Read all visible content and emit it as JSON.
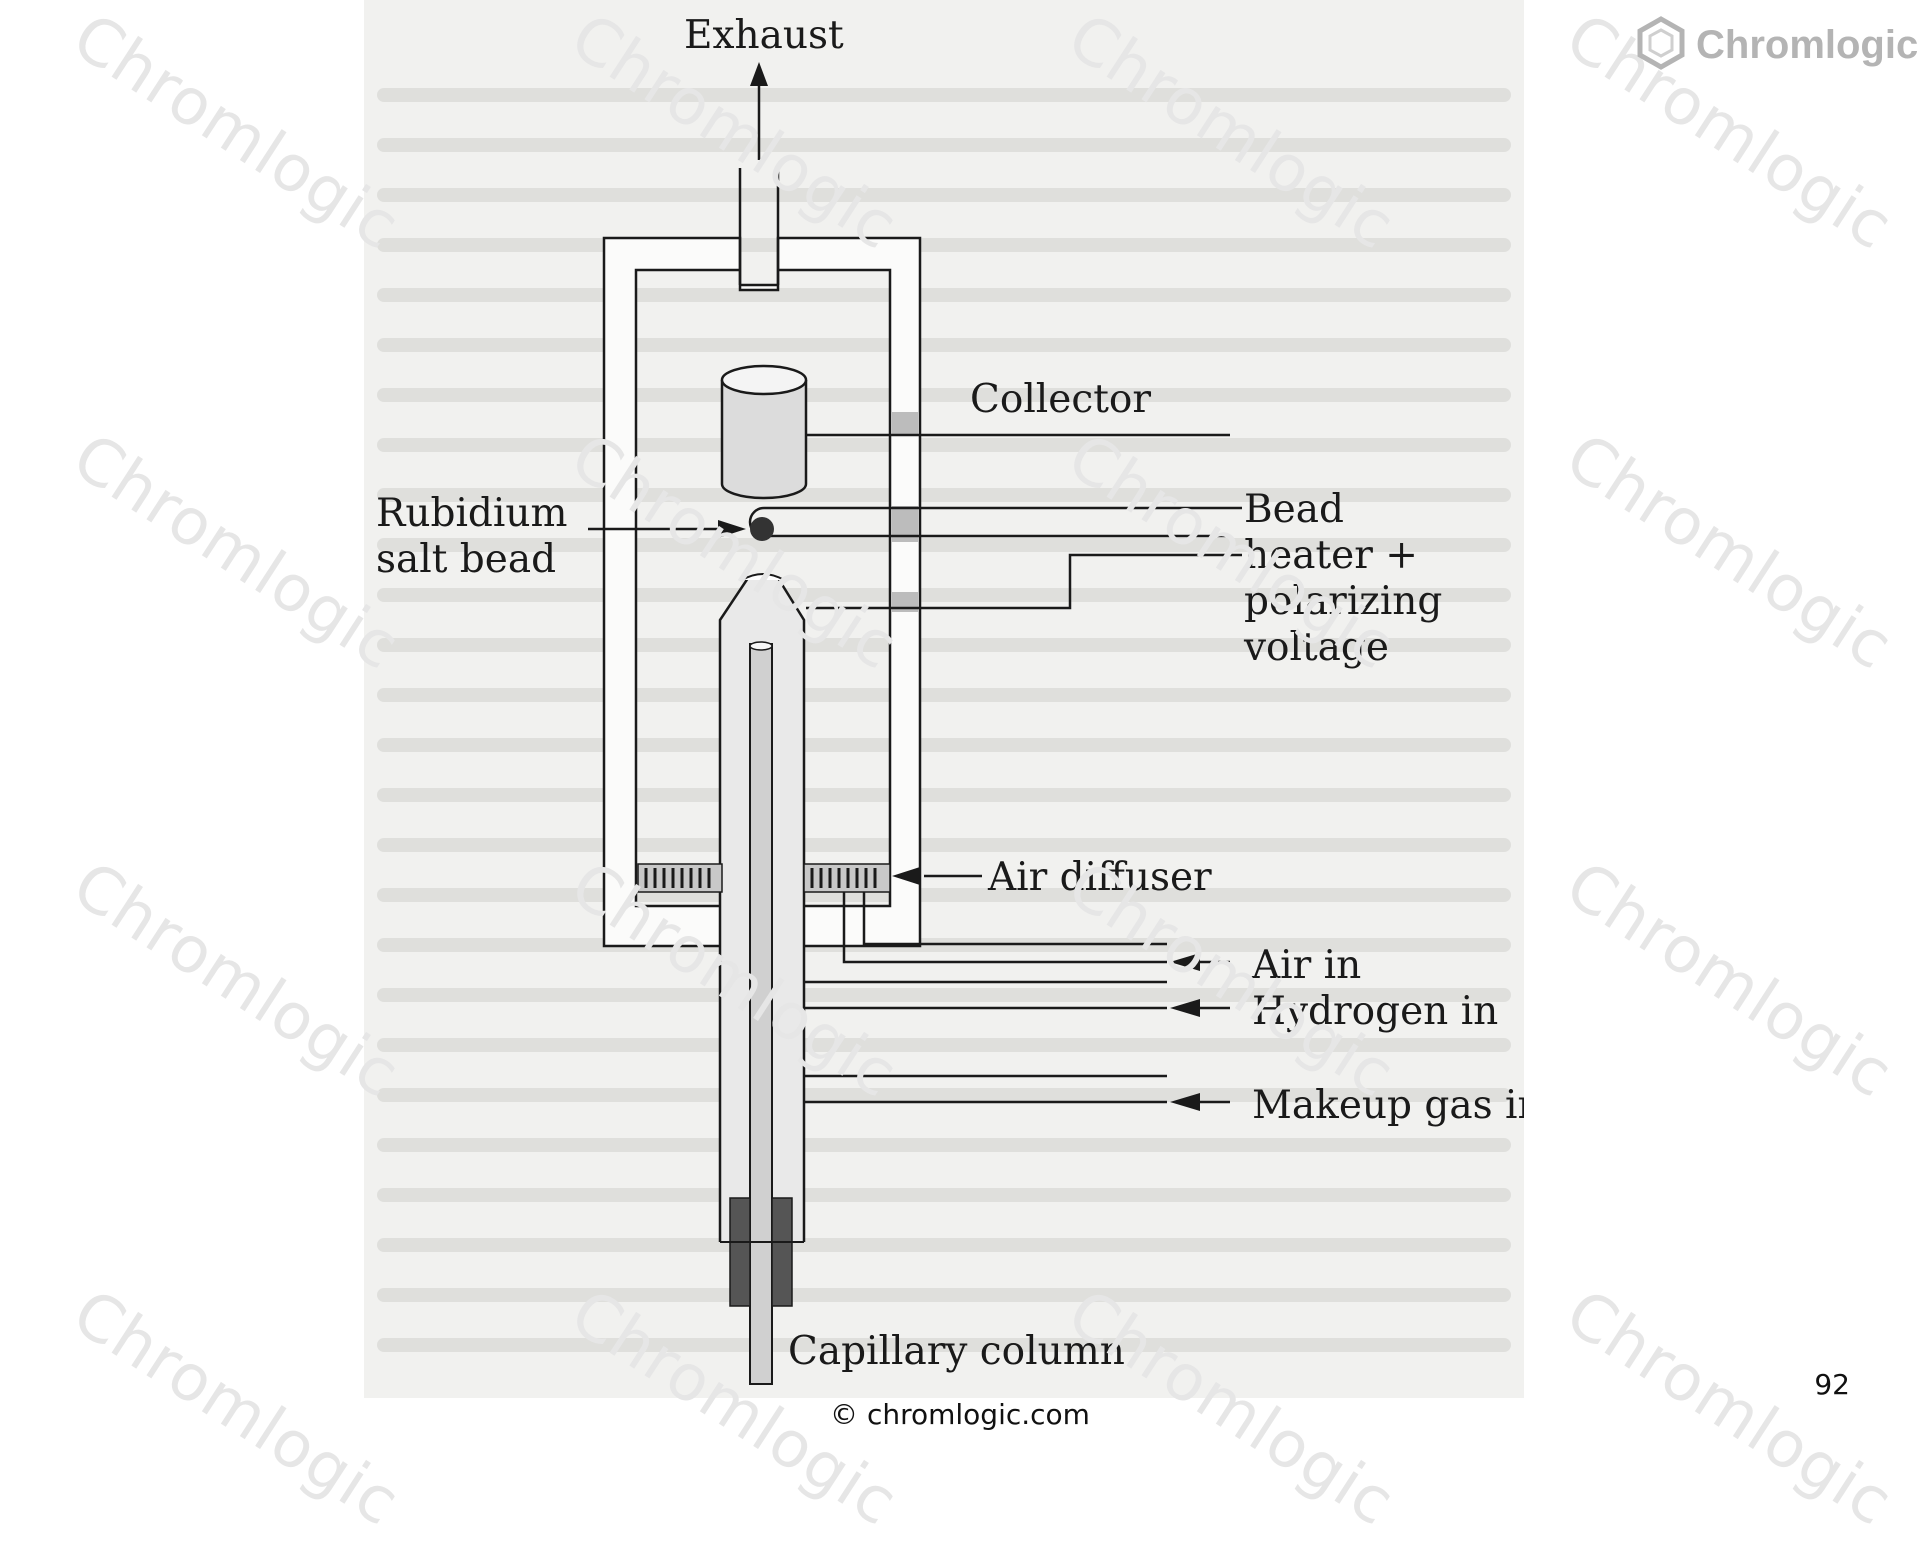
{
  "brand": {
    "name": "Chromlogic",
    "color": "#b4b4b4",
    "icon": "hexagon-logo-icon"
  },
  "watermark": "Chromlogic",
  "diagram": {
    "labels": {
      "exhaust": "Exhaust",
      "collector": "Collector",
      "rubidium_line1": "Rubidium",
      "rubidium_line2": "salt bead",
      "bead_line1": "Bead",
      "bead_line2": "heater +",
      "bead_line3": "polarizing",
      "bead_line4": "voltage",
      "air_diffuser": "Air diffuser",
      "air_in": "Air in",
      "hydrogen_in": "Hydrogen in",
      "makeup_gas_in": "Makeup gas in",
      "capillary_column": "Capillary column"
    }
  },
  "footer": {
    "copyright": "© chromlogic.com",
    "page_number": "92"
  }
}
